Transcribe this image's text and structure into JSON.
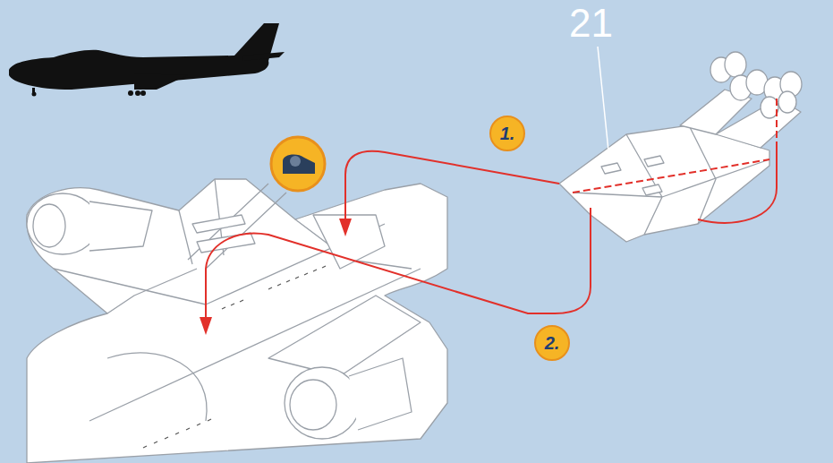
{
  "diagram": {
    "nodes": [
      {
        "text": [
          "1."
        ]
      },
      {
        "text": [
          "2."
        ]
      }
    ],
    "labels": [
      "21"
    ]
  }
}
